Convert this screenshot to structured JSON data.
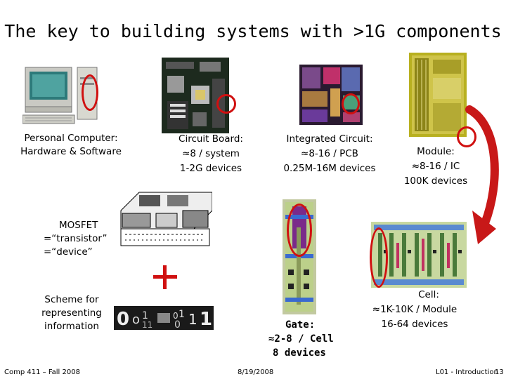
{
  "title": "The key to building systems with >1G components",
  "pc": {
    "line1": "Personal Computer:",
    "line2": "Hardware & Software"
  },
  "board": {
    "line1": "Circuit Board:",
    "line2": "≈8 / system",
    "line3": "1-2G devices"
  },
  "ic": {
    "line1": "Integrated Circuit:",
    "line2": "≈8-16 / PCB",
    "line3": "0.25M-16M devices"
  },
  "module": {
    "line1": "Module:",
    "line2": "≈8-16 / IC",
    "line3": "100K devices"
  },
  "mosfet": {
    "line1": "MOSFET",
    "line2": "=“transistor”",
    "line3": "=“device”"
  },
  "scheme": {
    "line1": "Scheme for",
    "line2": "representing",
    "line3": "information"
  },
  "gate": {
    "line1": "Gate:",
    "line2": "≈2-8 / Cell",
    "line3": "8 devices"
  },
  "cell": {
    "line1": "Cell:",
    "line2": "≈1K-10K / Module",
    "line3": "16-64 devices"
  },
  "footer": {
    "left": "Comp 411 – Fall 2008",
    "center": "8/19/2008",
    "right": "L01 - Introduction",
    "page": "13"
  },
  "colors": {
    "accent": "#d01010"
  }
}
